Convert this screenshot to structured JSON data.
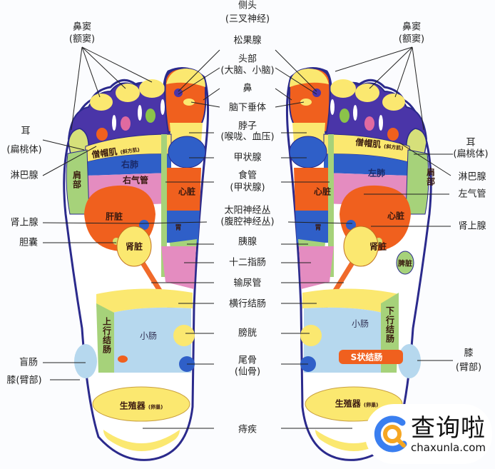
{
  "center_labels": {
    "side_head": "侧头",
    "side_head_sub": "(三叉神经)",
    "pineal": "松果腺",
    "head": "头部",
    "head_sub": "(大脑、小脑)",
    "nose": "鼻",
    "pituitary": "脑下垂体",
    "neck": "脖子",
    "neck_sub": "(喉咙、血压)",
    "thyroid": "甲状腺",
    "esophagus": "食管",
    "esophagus_sub": "(甲状腺)",
    "solar_plexus": "太阳神经丛",
    "solar_plexus_sub": "(腹腔神经丛)",
    "pancreas": "胰腺",
    "duodenum": "十二指肠",
    "ureter": "输尿管",
    "transverse_colon": "横行结肠",
    "bladder": "膀胱",
    "coccyx": "尾骨",
    "coccyx_sub": "(仙骨)",
    "hemorrhoids": "痔疾"
  },
  "left_labels": {
    "sinus": "鼻窦",
    "sinus_sub": "(额窦)",
    "ear": "耳",
    "ear_sub": "(扁桃体)",
    "lymph": "淋巴腺",
    "adrenal": "肾上腺",
    "gallbladder": "胆囊",
    "cecum": "盲肠",
    "knee": "膝(臂部)"
  },
  "right_labels": {
    "sinus": "鼻窦",
    "sinus_sub": "(额窦)",
    "ear": "耳",
    "ear_sub": "(扁桃体)",
    "lymph": "淋巴腺",
    "trachea": "左气管",
    "adrenal": "肾上腺",
    "knee": "膝",
    "knee_sub": "(臂部)"
  },
  "left_foot": {
    "trapezius": "僧帽肌",
    "trapezius_sub": "(斜方肌)",
    "lung": "右肺",
    "trachea": "右气管",
    "shoulder": "肩部",
    "liver": "肝脏",
    "kidney": "肾脏",
    "heart": "心脏",
    "stomach": "胃",
    "ascending_colon": "上行结肠",
    "small_intestine": "小肠",
    "genitals": "生殖器",
    "genitals_sub": "(卵巢)"
  },
  "right_foot": {
    "trapezius": "僧帽肌",
    "trapezius_sub": "(斜方肌)",
    "lung": "左肺",
    "shoulder": "肩部",
    "heart_inner": "心脏",
    "heart": "心脏",
    "kidney": "肾脏",
    "spleen": "脾脏",
    "stomach": "胃",
    "descending_colon": "下行结肠",
    "small_intestine": "小肠",
    "sigmoid_colon": "S状结肠",
    "genitals": "生殖器",
    "genitals_sub": "(卵巢)"
  },
  "logo": {
    "name": "查询啦",
    "url": "chaxunla.com"
  },
  "colors": {
    "outline": "#2b2a8c",
    "toe_blue": "#4a35a8",
    "yellow": "#fbe870",
    "orange": "#f0601e",
    "blue": "#2f5fc8",
    "pink": "#e48cc0",
    "green": "#a6d27a",
    "light_blue": "#b6d8ee"
  }
}
